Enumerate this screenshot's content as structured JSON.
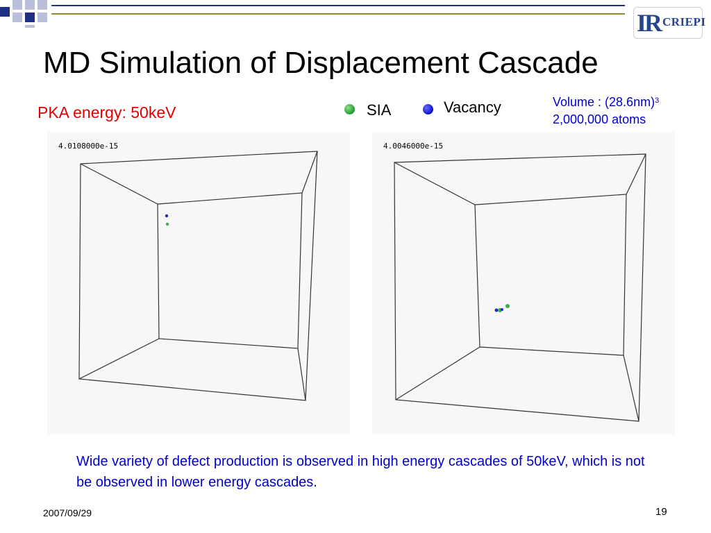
{
  "slide": {
    "title": "MD Simulation of Displacement Cascade",
    "pka_label": "PKA energy: 50keV",
    "legend": {
      "sia_label": "SIA",
      "vacancy_label": "Vacancy",
      "sia_color": "#2e9e36",
      "vacancy_color": "#0a10c8"
    },
    "volume": {
      "line1": "Volume : (28.6nm)",
      "line1_exp": "3",
      "line2": "2,000,000 atoms"
    },
    "panels": [
      {
        "timestamp": "4.0108000e-15"
      },
      {
        "timestamp": "4.0046000e-15"
      }
    ],
    "note": "Wide variety of defect production is observed in high energy cascades of 50keV, which is not be observed in lower energy cascades.",
    "footer": {
      "date": "2007/09/29",
      "page": "19"
    }
  },
  "logo": {
    "mark": "IR",
    "text": "CRIEPI",
    "color": "#23468f"
  },
  "theme": {
    "accent_navy": "#1f2f86",
    "accent_olive": "#8c8c2a",
    "title_red": "#e00000",
    "text_blue": "#0000cc"
  }
}
